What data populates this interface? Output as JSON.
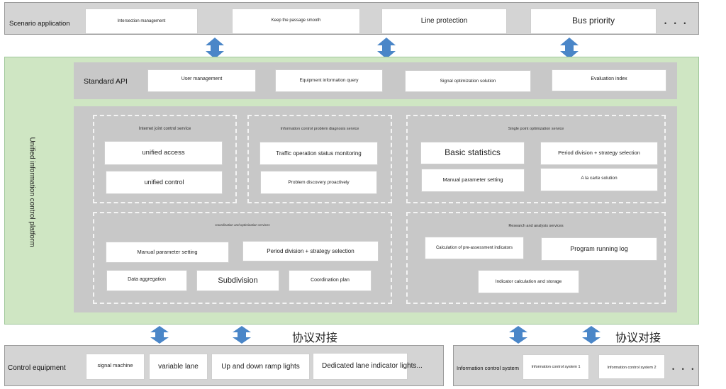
{
  "scenario": {
    "label": "Scenario application",
    "items": [
      "Intersection management",
      "Keep the passage smooth",
      "Line protection",
      "Bus priority"
    ],
    "more": "• • •"
  },
  "platform": {
    "label": "Unified information control platform",
    "standard_api": {
      "label": "Standard API",
      "items": [
        "User management",
        "Equipment information query",
        "Signal optimization solution",
        "Evaluation index"
      ]
    },
    "internet_joint": {
      "title": "Internet joint control service",
      "items": [
        "unified access",
        "unified control"
      ]
    },
    "problem_diagnosis": {
      "title": "Information control problem diagnosis service",
      "items": [
        "Traffic operation status monitoring",
        "Problem discovery proactively"
      ]
    },
    "single_point": {
      "title": "Single point optimization service",
      "items": [
        "Basic statistics",
        "Period division + strategy selection",
        "Manual parameter setting",
        "A la carte solution"
      ]
    },
    "coordination": {
      "title": "Coordination and optimization services",
      "items": [
        "Manual parameter setting",
        "Period division + strategy selection",
        "Data aggregation",
        "Subdivision",
        "Coordination plan"
      ]
    },
    "research": {
      "title": "Research and analysis services",
      "items": [
        "Calculation of pre-assessment indicators",
        "Program running log",
        "Indicator calculation and storage"
      ]
    }
  },
  "protocol_label": "协议对接",
  "control_equipment": {
    "label": "Control equipment",
    "items": [
      "signal machine",
      "variable lane",
      "Up and down ramp lights",
      "Dedicated lane indicator lights..."
    ]
  },
  "info_control_system": {
    "label": "Information control system",
    "items": [
      "Information control system 1",
      "Information control system 2"
    ],
    "more": "• • •"
  },
  "colors": {
    "arrow": "#4a86c8",
    "green_band": "#cfe6c3",
    "gray_band": "#d4d4d4"
  }
}
